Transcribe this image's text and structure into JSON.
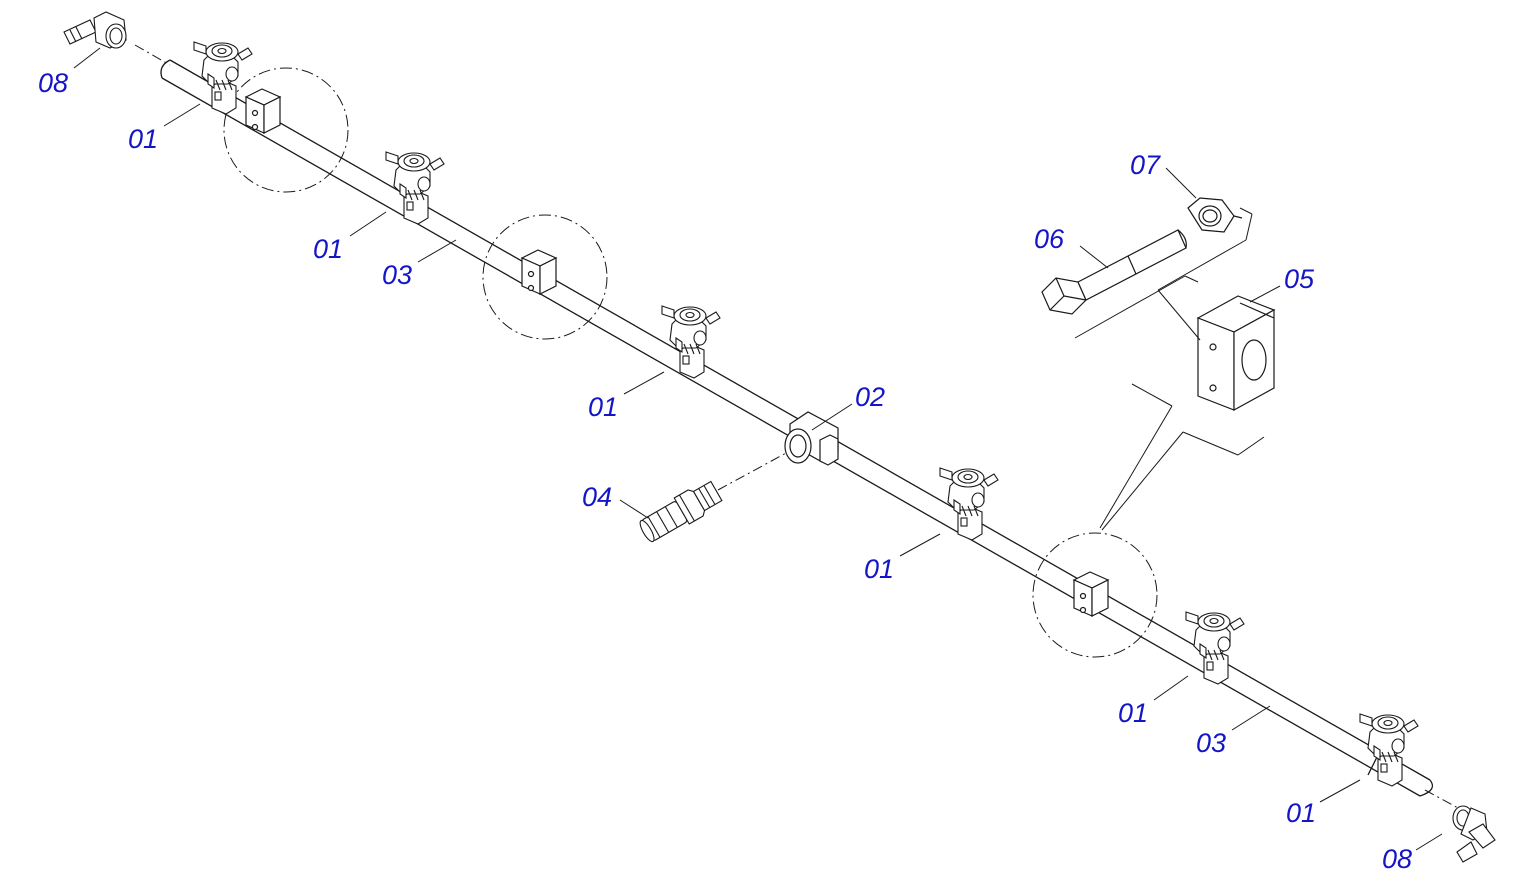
{
  "diagram": {
    "part_numbers": {
      "p01": "01",
      "p02": "02",
      "p03": "03",
      "p04": "04",
      "p05": "05",
      "p06": "06",
      "p07": "07",
      "p08": "08"
    },
    "colors": {
      "label": "#1515c8",
      "line": "#1a1a1a",
      "fill": "#ffffff",
      "pipe_fill": "#fafafa"
    }
  }
}
